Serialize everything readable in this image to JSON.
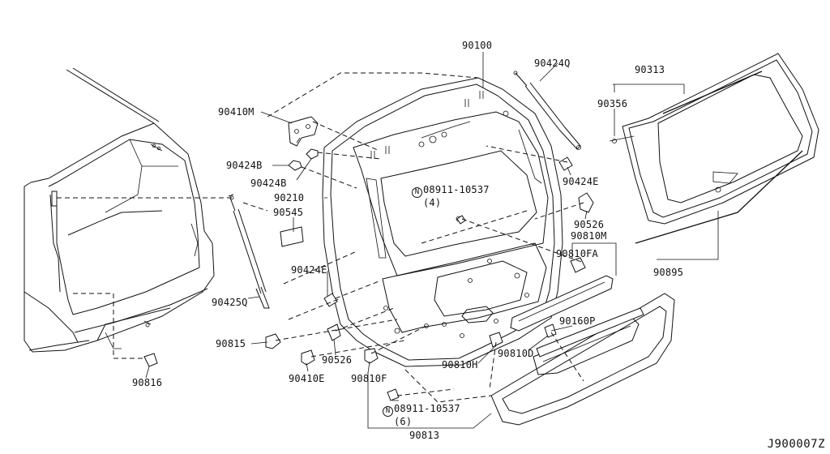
{
  "diagram": {
    "reference_code": "J900007Z",
    "labels": {
      "p90100": "90100",
      "p90424Q": "90424Q",
      "p90313": "90313",
      "p90356": "90356",
      "p90410M": "90410M",
      "p90424B_1": "90424B",
      "p90424B_2": "90424B",
      "p90424E_top": "90424E",
      "p90210": "90210",
      "p08911_top": "08911-10537",
      "p08911_top_qty": "(4)",
      "p90545": "90545",
      "p90526_top": "90526",
      "p90810M": "90810M",
      "p90810FA": "90810FA",
      "p90895": "90895",
      "p90424E_mid": "90424E",
      "p90425Q": "90425Q",
      "p90160P": "90160P",
      "p90815": "90815",
      "p90526_low": "90526",
      "p90810D": "90810D",
      "p90810H": "90810H",
      "p90410E": "90410E",
      "p90810F": "90810F",
      "p90816": "90816",
      "p08911_bot": "08911-10537",
      "p08911_bot_qty": "(6)",
      "p90813": "90813"
    },
    "n_mark": "N"
  }
}
